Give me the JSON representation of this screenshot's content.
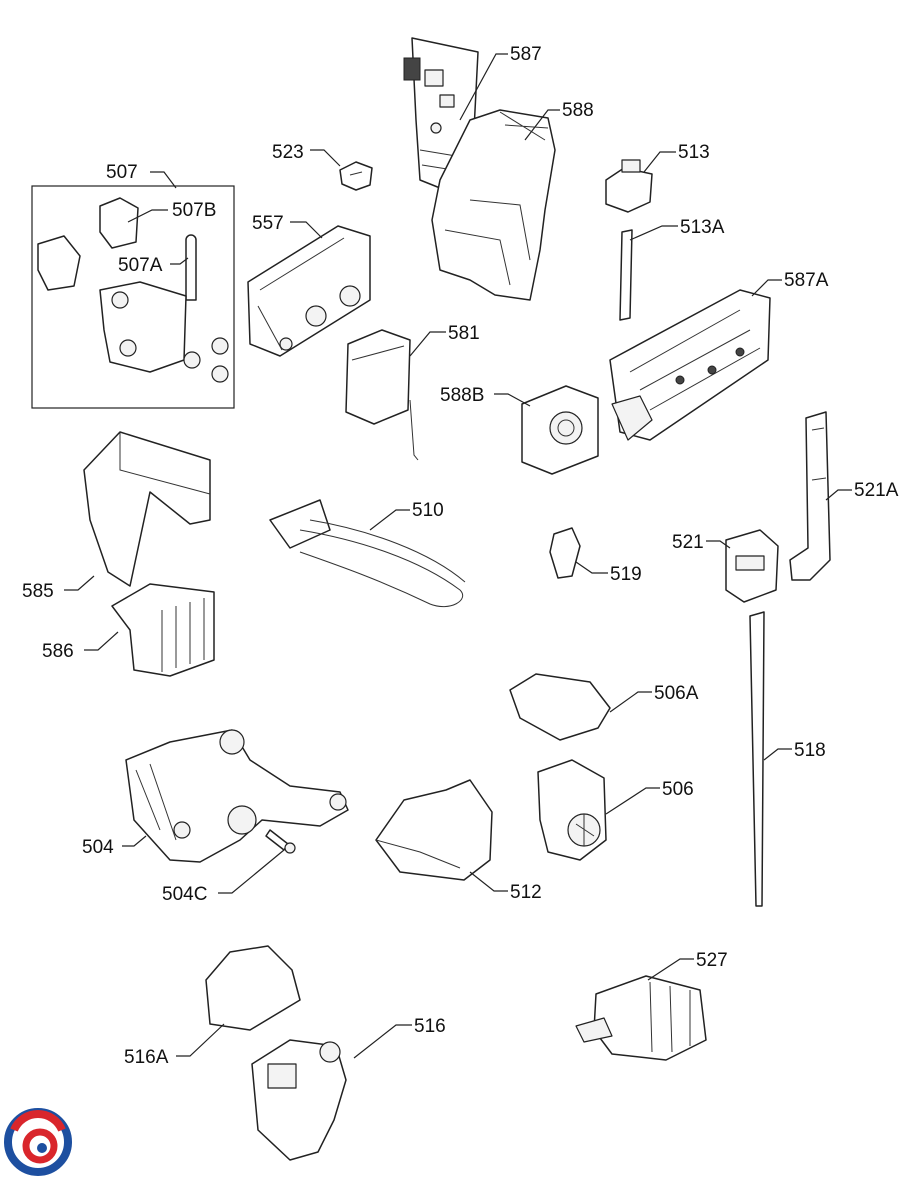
{
  "labels": {
    "l587": "587",
    "l588": "588",
    "l523": "523",
    "l513": "513",
    "l507": "507",
    "l507B": "507B",
    "l557": "557",
    "l513A": "513A",
    "l507A": "507A",
    "l587A": "587A",
    "l581": "581",
    "l588B": "588B",
    "l521A": "521A",
    "l510": "510",
    "l585": "585",
    "l521": "521",
    "l519": "519",
    "l586": "586",
    "l506A": "506A",
    "l518": "518",
    "l506": "506",
    "l504": "504",
    "l512": "512",
    "l504C": "504C",
    "l527": "527",
    "l516": "516",
    "l516A": "516A"
  },
  "logo": {
    "colors": [
      "#1d4fa0",
      "#d9262c"
    ]
  }
}
